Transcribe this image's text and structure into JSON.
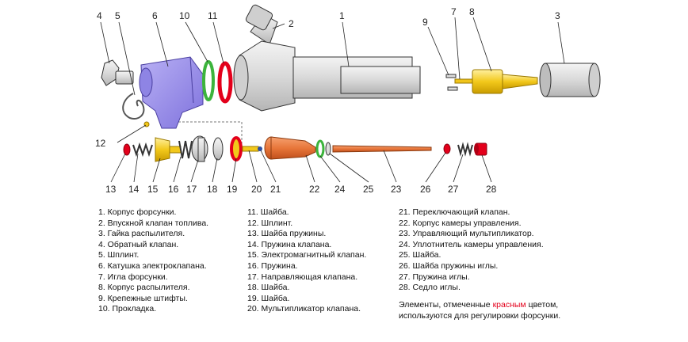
{
  "callouts": {
    "top": [
      "4",
      "5",
      "6",
      "10",
      "11",
      "2",
      "1",
      "9",
      "7",
      "8",
      "3"
    ],
    "side": [
      "12"
    ],
    "bottom": [
      "13",
      "14",
      "15",
      "16",
      "17",
      "18",
      "19",
      "20",
      "21",
      "22",
      "24",
      "25",
      "23",
      "26",
      "27",
      "28"
    ]
  },
  "legend": {
    "col1": [
      "1. Корпус форсунки.",
      "2. Впускной клапан топлива.",
      "3. Гайка распылителя.",
      "4. Обратный клапан.",
      "5. Шплинт.",
      "6. Катушка электроклапана.",
      "7. Игла форсунки.",
      "8. Корпус распылителя.",
      "9. Крепежные штифты.",
      "10. Прокладка."
    ],
    "col2": [
      "11. Шайба.",
      "12. Шплинт.",
      "13. Шайба пружины.",
      "14. Пружина клапана.",
      "15. Электромагнитный клапан.",
      "16. Пружина.",
      "17. Направляющая клапана.",
      "18. Шайба.",
      "19. Шайба.",
      "20. Мультипликатор клапана."
    ],
    "col3": [
      "21. Переключающий клапан.",
      "22. Корпус камеры управления.",
      "23. Управляющий мультипликатор.",
      "24. Уплотнитель камеры управления.",
      "25. Шайба.",
      "26. Шайба пружины иглы.",
      "27. Пружина иглы.",
      "28. Седло иглы."
    ]
  },
  "note": {
    "line1_before": "Элементы, отмеченные ",
    "line1_red": "красным",
    "line1_after": " цветом,",
    "line2": "используются для регулировки форсунки."
  },
  "colors": {
    "body_gray": "#e6e6e6",
    "coil_purple": "#9a8fe8",
    "yellow": "#f2d21b",
    "orange": "#e8763a",
    "red": "#e3001b",
    "green": "#3cb43c",
    "outline": "#333333"
  }
}
